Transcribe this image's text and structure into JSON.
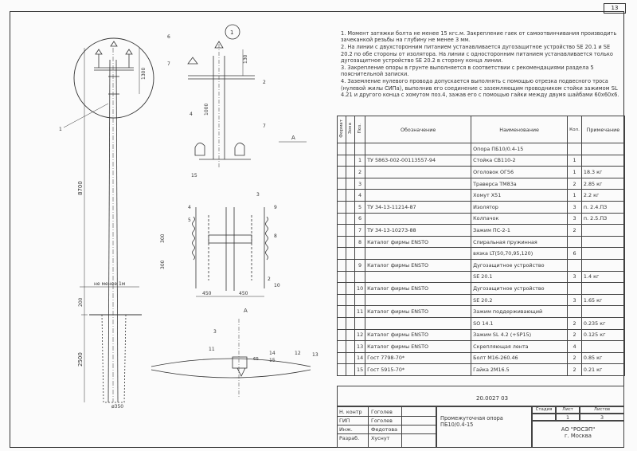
{
  "page_number": "13",
  "notes": [
    "1. Момент затяжки болта не менее 15 кгс.м. Закрепление гаек от самоотвинчивания производить зачеканкой резьбы на глубину не менее 3 мм.",
    "2. На линии с двухсторонним питанием устанавливается дугозащитное устройство SE 20.1 и SE 20.2 по обе стороны от изолятора. На линии с односторонним питанием устанавливается только дугозащитное устройство SE 20.2 в сторону конца линии.",
    "3. Закрепление опоры в грунте выполняется в соответствии с рекомендациями раздела 5 пояснительной записки.",
    "4. Заземление нулевого провода допускается выполнять с помощью отрезка подвесного троса (нулевой жилы СИПа), выполнив его соединение с заземляющим проводником стойки зажимом SL 4.21 и другого конца с хомутом поз.4, зажав его с помощью гайки между двумя шайбами 60х60х6."
  ],
  "spec_table": {
    "headers": {
      "format": "Формат",
      "zone": "Зона",
      "pos": "Поз.",
      "designation": "Обозначение",
      "name": "Наименование",
      "qty": "Кол.",
      "note": "Примечание"
    },
    "rows": [
      {
        "pos": "",
        "designation": "",
        "name": "Опора ПБ10/0.4-15",
        "qty": "",
        "note": ""
      },
      {
        "pos": "1",
        "designation": "ТУ 5863-002-00113557-94",
        "name": "Стойка СВ110-2",
        "qty": "1",
        "note": ""
      },
      {
        "pos": "2",
        "designation": "",
        "name": "Оголовок ОГ56",
        "qty": "1",
        "note": "18.3 кг"
      },
      {
        "pos": "3",
        "designation": "",
        "name": "Траверса ТМ83а",
        "qty": "2",
        "note": "2.85 кг"
      },
      {
        "pos": "4",
        "designation": "",
        "name": "Хомут Х51",
        "qty": "1",
        "note": "2.2 кг"
      },
      {
        "pos": "5",
        "designation": "ТУ 34-13-11214-87",
        "name": "Изолятор",
        "qty": "3",
        "note": "п. 2.4.ПЗ"
      },
      {
        "pos": "6",
        "designation": "",
        "name": "Колпачок",
        "qty": "3",
        "note": "п. 2.5.ПЗ"
      },
      {
        "pos": "7",
        "designation": "ТУ 34-13-10273-88",
        "name": "Зажим ПС-2-1",
        "qty": "2",
        "note": ""
      },
      {
        "pos": "8",
        "designation": "Каталог фирмы ENSTO",
        "name": "Спиральная пружинная",
        "qty": "",
        "note": ""
      },
      {
        "pos": "",
        "designation": "",
        "name": "вязка LT(50,70,95,120)",
        "qty": "6",
        "note": ""
      },
      {
        "pos": "9",
        "designation": "Каталог фирмы ENSTO",
        "name": "Дугозащитное устройство",
        "qty": "",
        "note": ""
      },
      {
        "pos": "",
        "designation": "",
        "name": "SE 20.1",
        "qty": "3",
        "note": "1.4 кг"
      },
      {
        "pos": "10",
        "designation": "Каталог фирмы ENSTO",
        "name": "Дугозащитное устройство",
        "qty": "",
        "note": ""
      },
      {
        "pos": "",
        "designation": "",
        "name": "SE 20.2",
        "qty": "3",
        "note": "1.65 кг"
      },
      {
        "pos": "11",
        "designation": "Каталог фирмы ENSTO",
        "name": "Зажим поддерживающий",
        "qty": "",
        "note": ""
      },
      {
        "pos": "",
        "designation": "",
        "name": "SO 14.1",
        "qty": "2",
        "note": "0.235 кг"
      },
      {
        "pos": "12",
        "designation": "Каталог фирмы ENSTO",
        "name": "Зажим SL 4.2 (+SP15)",
        "qty": "2",
        "note": "0.125 кг"
      },
      {
        "pos": "13",
        "designation": "Каталог фирмы ENSTO",
        "name": "Скрепляющая лента",
        "qty": "4",
        "note": ""
      },
      {
        "pos": "14",
        "designation": "Гост 7798-70*",
        "name": "Болт М16-260.46",
        "qty": "2",
        "note": "0.85 кг"
      },
      {
        "pos": "15",
        "designation": "Гост 5915-70*",
        "name": "Гайка 2М16.5",
        "qty": "2",
        "note": "0.21 кг"
      }
    ]
  },
  "title_block": {
    "doc_code": "20.0027 03",
    "title": "Промежуточная опора ПБ10/0.4-15",
    "stage_label": "Стадия",
    "sheet_label": "Лист",
    "sheets_label": "Листов",
    "sheet": "1",
    "sheets": "3",
    "org": "АО \"РОСЭП\"",
    "city": "г. Москва",
    "roles": [
      "Н. контр",
      "ГИП",
      "Инж.",
      "Разраб."
    ],
    "names": [
      "Гоголев",
      "Гоголев",
      "Федотова",
      "Хуснут"
    ]
  },
  "drawing": {
    "callout_view": "1",
    "view_label": "А",
    "dims": {
      "d1300": "1300",
      "d130": "130",
      "d1000": "1000",
      "d8700": "8700",
      "d2500": "2500",
      "d200": "200",
      "d300a": "300",
      "d300b": "300",
      "d450a": "450",
      "d450b": "450",
      "d350": "ø350",
      "d65": "65"
    },
    "min_label": "не менее 1м",
    "pos_labels": [
      "1",
      "2",
      "3",
      "4",
      "5",
      "6",
      "7",
      "8",
      "9",
      "10",
      "11",
      "12",
      "13",
      "14",
      "15"
    ]
  }
}
